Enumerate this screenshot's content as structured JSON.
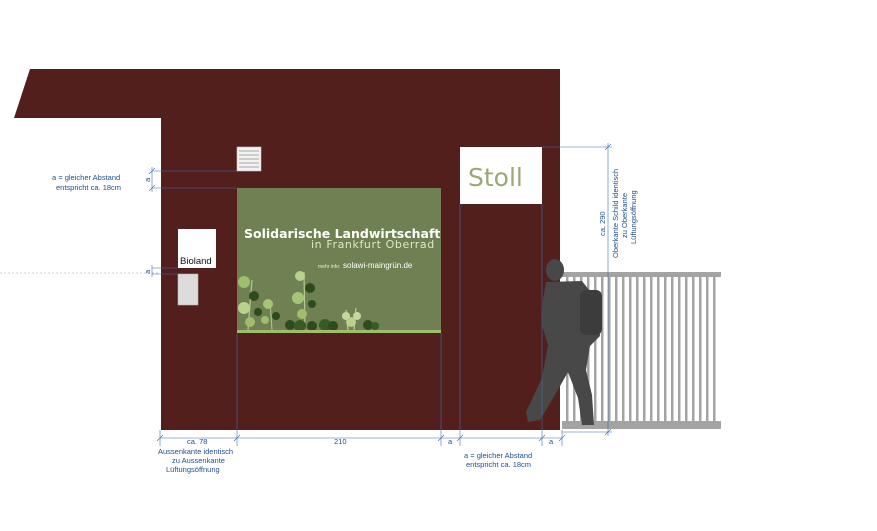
{
  "banner": {
    "title": "Solidarische Landwirtschaft",
    "subtitle": "in Frankfurt Oberrad",
    "url_prefix": "mehr info:",
    "url": "solawi-maingrün.de",
    "bg_color": "#6f8052"
  },
  "signs": {
    "stoll": "Stoll",
    "bioland": "Bioland"
  },
  "colors": {
    "wall": "#521f1c",
    "dimension": "#3f6fb0",
    "annotation_text": "#1f4e8c",
    "railing": "#a3a3a3",
    "silhouette": "#484848"
  },
  "annotations": {
    "gap_left_label": "a = gleicher Abstand",
    "gap_left_sub": "entspricht ca. 18cm",
    "small_a_1": "a",
    "small_a_2": "a",
    "bottom_a_1": "a",
    "bottom_a_2": "a",
    "dim_left": "ca. 78",
    "dim_left_note_1": "Aussenkante identisch",
    "dim_left_note_2": "zu Aussenkante",
    "dim_left_note_3": "Lüftungsöffnung",
    "dim_banner": "210",
    "gap_bottom_label": "a = gleicher Abstand",
    "gap_bottom_sub": "entspricht ca. 18cm",
    "vertical_height": "ca. 290",
    "vertical_note_1": "Oberkante Schild identisch",
    "vertical_note_2": "zu Oberkante",
    "vertical_note_3": "Lüftungsöffnung"
  }
}
